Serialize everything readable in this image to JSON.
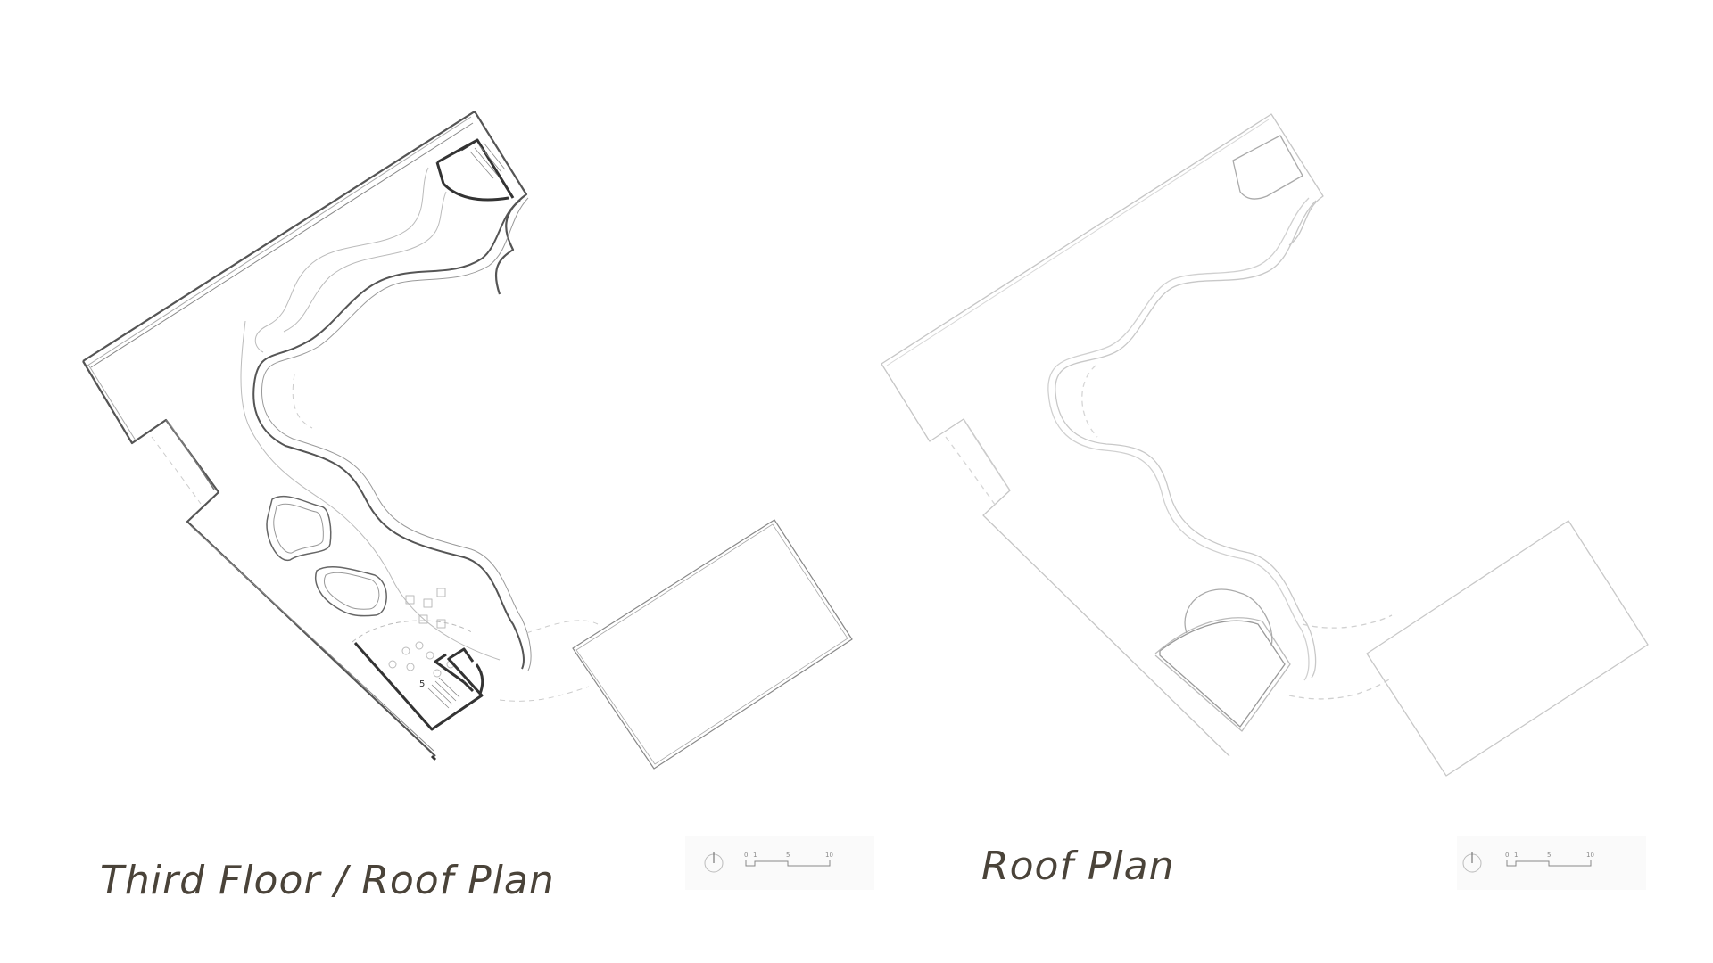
{
  "sheets": [
    {
      "title": "Third Floor / Roof Plan",
      "room_label": "5",
      "scale_bar": {
        "ticks": [
          "0",
          "1",
          "5",
          "10"
        ]
      },
      "north_arrow": "north-arrow-icon"
    },
    {
      "title": "Roof Plan",
      "scale_bar": {
        "ticks": [
          "0",
          "1",
          "5",
          "10"
        ]
      },
      "north_arrow": "north-arrow-icon"
    }
  ],
  "colors": {
    "title_text": "#4a4339",
    "wall_dark": "#3a3a3a",
    "line_light": "#bdbdbd",
    "legend_bg": "#fafafa"
  }
}
